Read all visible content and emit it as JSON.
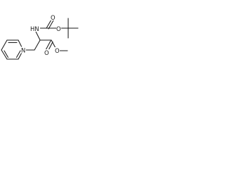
{
  "molecule": {
    "atoms": {
      "pyridine_n": "N",
      "carbamate_nh": "HN",
      "carbamate_o_carbonyl": "O",
      "carbamate_o_ether": "O",
      "ester_o_carbonyl": "O",
      "ester_o_methoxy": "O"
    }
  }
}
